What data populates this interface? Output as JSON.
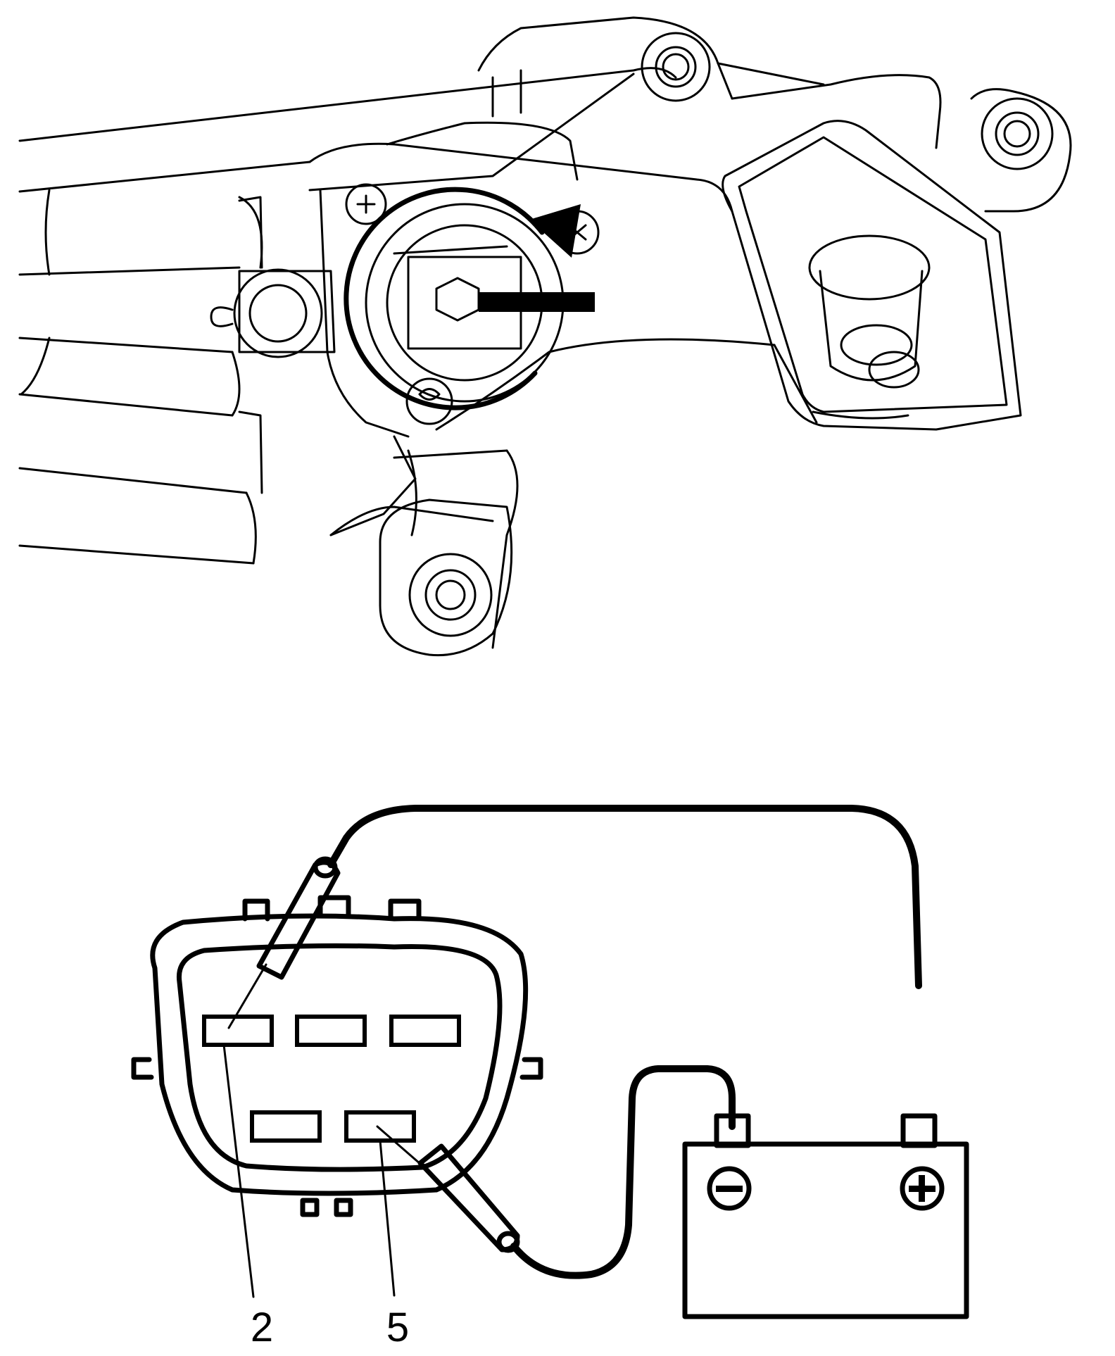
{
  "labels": {
    "pin_a": "2",
    "pin_b": "5"
  },
  "icons": {
    "battery_negative": "minus-sign",
    "battery_positive": "plus-sign",
    "rotation": "counterclockwise-arrow"
  }
}
